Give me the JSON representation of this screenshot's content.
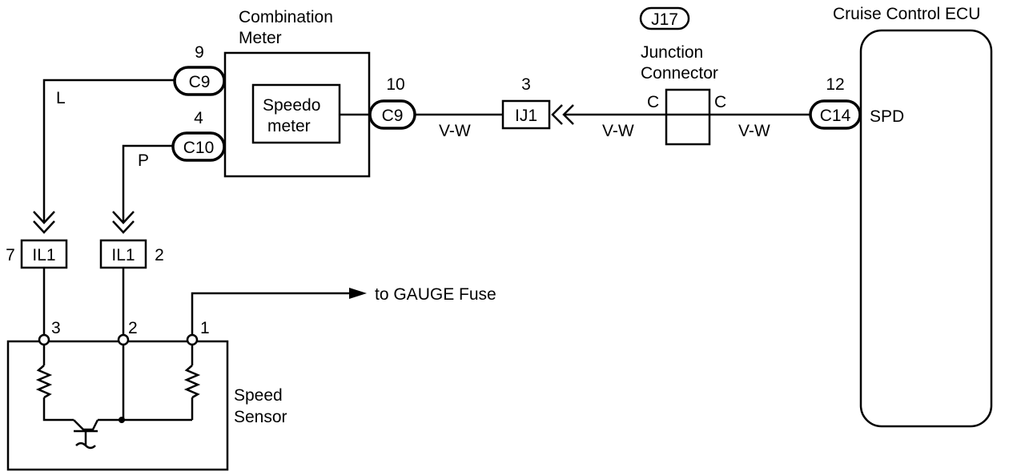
{
  "combination_meter": {
    "title_line1": "Combination",
    "title_line2": "Meter",
    "speedo_line1": "Speedo",
    "speedo_line2": "meter"
  },
  "connectors": {
    "c9_top": {
      "label": "C9",
      "pin": "9"
    },
    "c10": {
      "label": "C10",
      "pin": "4"
    },
    "c9_right": {
      "label": "C9",
      "pin": "10"
    },
    "ij1": {
      "label": "IJ1",
      "pin": "3"
    },
    "c14": {
      "label": "C14",
      "pin": "12"
    },
    "il1_left": {
      "label": "IL1",
      "pin": "7"
    },
    "il1_right": {
      "label": "IL1",
      "pin": "2"
    }
  },
  "wires": {
    "l": "L",
    "p": "P",
    "vw1": "V-W",
    "vw2": "V-W",
    "vw3": "V-W"
  },
  "junction": {
    "id": "J17",
    "line1": "Junction",
    "line2": "Connector",
    "pin_left": "C",
    "pin_right": "C"
  },
  "ecu": {
    "title": "Cruise Control ECU",
    "terminal": "SPD"
  },
  "fuse": {
    "label": "to GAUGE Fuse"
  },
  "speed_sensor": {
    "line1": "Speed",
    "line2": "Sensor",
    "pin3": "3",
    "pin2": "2",
    "pin1": "1"
  }
}
